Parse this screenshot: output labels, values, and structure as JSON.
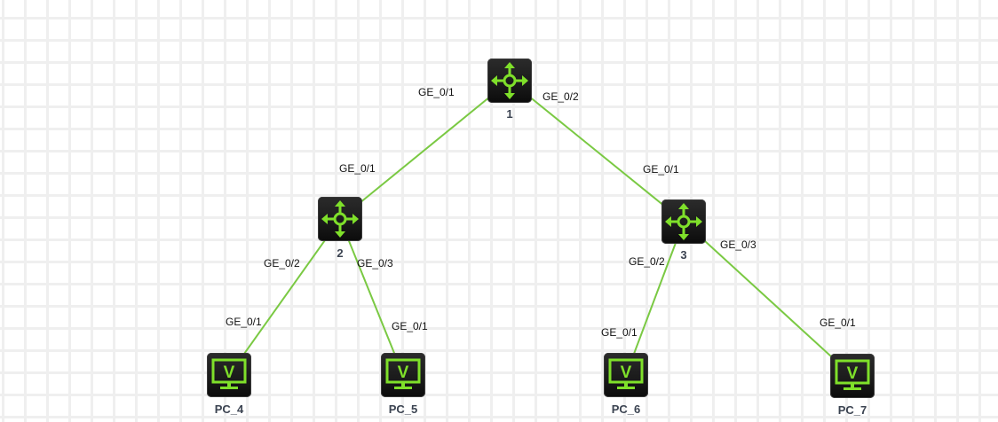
{
  "diagram": {
    "link_color": "#7ac943",
    "icon_color": "#7fe02a",
    "nodes": [
      {
        "id": "1",
        "label": "1",
        "type": "router"
      },
      {
        "id": "2",
        "label": "2",
        "type": "router"
      },
      {
        "id": "3",
        "label": "3",
        "type": "router"
      },
      {
        "id": "PC_4",
        "label": "PC_4",
        "type": "pc"
      },
      {
        "id": "PC_5",
        "label": "PC_5",
        "type": "pc"
      },
      {
        "id": "PC_6",
        "label": "PC_6",
        "type": "pc"
      },
      {
        "id": "PC_7",
        "label": "PC_7",
        "type": "pc"
      }
    ],
    "links": [
      {
        "from": "1",
        "from_port": "GE_0/1",
        "to": "2",
        "to_port": "GE_0/1"
      },
      {
        "from": "1",
        "from_port": "GE_0/2",
        "to": "3",
        "to_port": "GE_0/1"
      },
      {
        "from": "2",
        "from_port": "GE_0/2",
        "to": "PC_4",
        "to_port": "GE_0/1"
      },
      {
        "from": "2",
        "from_port": "GE_0/3",
        "to": "PC_5",
        "to_port": "GE_0/1"
      },
      {
        "from": "3",
        "from_port": "GE_0/2",
        "to": "PC_6",
        "to_port": "GE_0/1"
      },
      {
        "from": "3",
        "from_port": "GE_0/3",
        "to": "PC_7",
        "to_port": "GE_0/1"
      }
    ],
    "pc_glyph": "V"
  }
}
